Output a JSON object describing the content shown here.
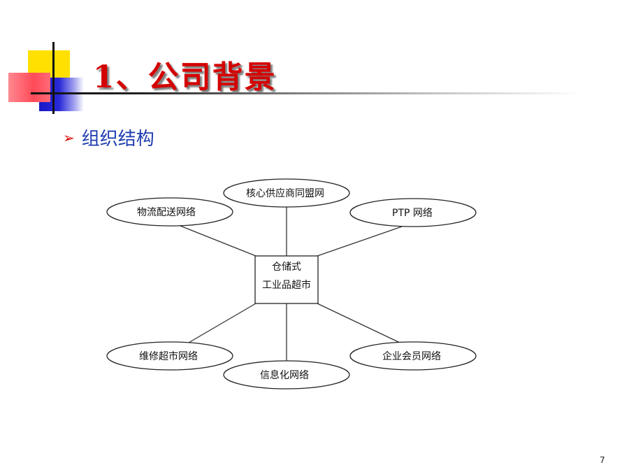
{
  "slide": {
    "title": "1、公司背景",
    "bullet": "组织结构",
    "page_number": "7"
  },
  "diagram": {
    "center": {
      "line1": "仓储式",
      "line2": "工业品超市"
    },
    "nodes": [
      {
        "id": "core",
        "label": "核心供应商同盟网"
      },
      {
        "id": "logistics",
        "label": "物流配送网络"
      },
      {
        "id": "ptp",
        "label": "PTP 网络"
      },
      {
        "id": "repair",
        "label": "维修超市网络"
      },
      {
        "id": "member",
        "label": "企业会员网络"
      },
      {
        "id": "info",
        "label": "信息化网络"
      }
    ]
  },
  "colors": {
    "title": "#d40000",
    "bullet_text": "#1f3db0",
    "bullet_arrow": "#e00000"
  }
}
